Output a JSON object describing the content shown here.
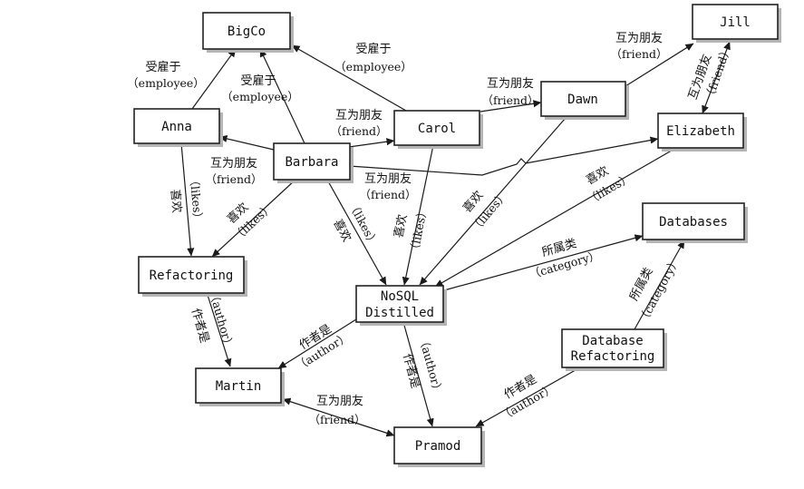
{
  "nodes": {
    "bigco": "BigCo",
    "jill": "Jill",
    "anna": "Anna",
    "barbara": "Barbara",
    "carol": "Carol",
    "dawn": "Dawn",
    "elizabeth": "Elizabeth",
    "databases": "Databases",
    "refactoring": "Refactoring",
    "nosql_line1": "NoSQL",
    "nosql_line2": "Distilled",
    "dbref_line1": "Database",
    "dbref_line2": "Refactoring",
    "martin": "Martin",
    "pramod": "Pramod"
  },
  "labels": {
    "anna_bigco": [
      "受雇于",
      "（employee）"
    ],
    "barbara_bigco": [
      "受雇于",
      "（employee）"
    ],
    "carol_bigco": [
      "受雇于",
      "（employee）"
    ],
    "carol_dawn": [
      "互为朋友",
      "（friend）"
    ],
    "dawn_jill": [
      "互为朋友",
      "（friend）"
    ],
    "elizabeth_jill": [
      "互为朋友",
      "（friend）"
    ],
    "barbara_carol": [
      "互为朋友",
      "（friend）"
    ],
    "barbara_anna": [
      "互为朋友",
      "（friend）"
    ],
    "barbara_elizabeth": [
      "互为朋友",
      "（friend）"
    ],
    "anna_refactoring": [
      "喜欢",
      "（likes）"
    ],
    "barbara_refactoring": [
      "喜欢",
      "（likes）"
    ],
    "barbara_nosql": [
      "喜欢",
      "（likes）"
    ],
    "carol_nosql": [
      "喜欢",
      "（likes）"
    ],
    "dawn_nosql": [
      "喜欢",
      "（likes）"
    ],
    "elizabeth_nosql": [
      "喜欢",
      "（likes）"
    ],
    "nosql_databases": [
      "所属类",
      "（category）"
    ],
    "dbref_databases": [
      "所属类",
      "（category）"
    ],
    "refactoring_martin": [
      "作者是",
      "（author）"
    ],
    "nosql_martin": [
      "作者是",
      "（author）"
    ],
    "nosql_pramod": [
      "作者是",
      "（author）"
    ],
    "dbref_pramod": [
      "作者是",
      "（author）"
    ],
    "martin_pramod": [
      "互为朋友",
      "（friend）"
    ]
  },
  "colors": {
    "stroke": "#222222",
    "shadow": "#b5b5b5",
    "text": "#111111"
  }
}
